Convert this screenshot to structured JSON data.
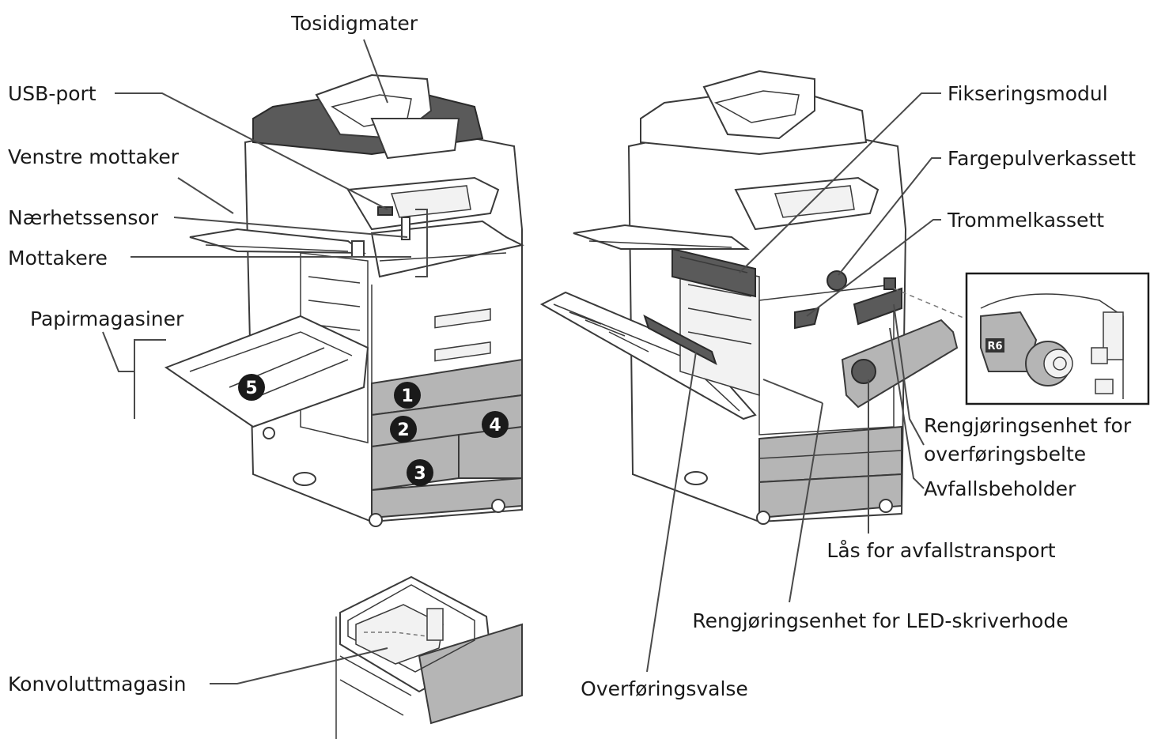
{
  "labels": {
    "duplex_feeder": "Tosidigmater",
    "usb_port": "USB-port",
    "left_tray": "Venstre mottaker",
    "proximity_sensor": "Nærhetssensor",
    "output_trays": "Mottakere",
    "paper_trays": "Papirmagasiner",
    "envelope_tray": "Konvoluttmagasin",
    "fuser": "Fikseringsmodul",
    "toner_cartridge": "Fargepulverkassett",
    "drum_cartridge": "Trommelkassett",
    "belt_cleaner_line1": "Rengjøringsenhet for",
    "belt_cleaner_line2": "overføringsbelte",
    "waste_container": "Avfallsbeholder",
    "waste_lock": "Lås for avfallstransport",
    "led_cleaner": "Rengjøringsenhet for LED-skriverhode",
    "transfer_roller": "Overføringsvalse"
  },
  "tray_numbers": [
    "1",
    "2",
    "3",
    "4",
    "5"
  ],
  "inset_tag": "R6"
}
